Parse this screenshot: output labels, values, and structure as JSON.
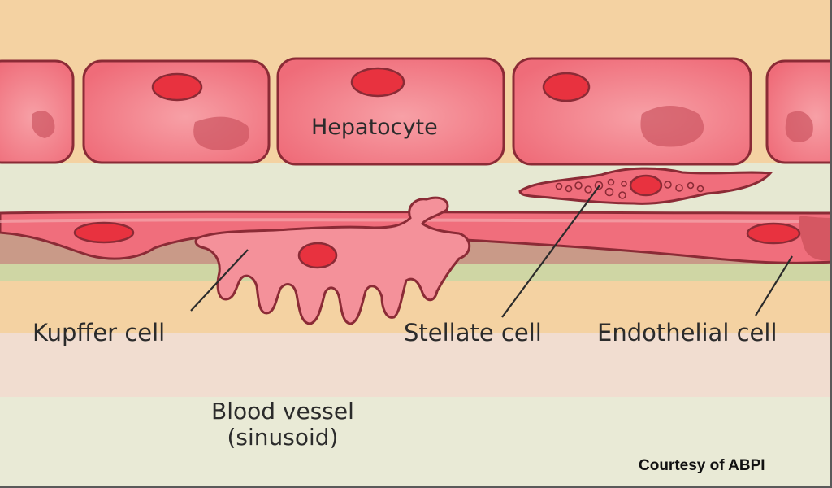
{
  "labels": {
    "hepatocyte": "Hepatocyte",
    "kupffer": "Kupffer cell",
    "stellate": "Stellate cell",
    "endothelial": "Endothelial cell",
    "vessel_line1": "Blood vessel",
    "vessel_line2": "(sinusoid)"
  },
  "credit": "Courtesy of ABPI",
  "colors": {
    "tissue_band": "#f4d2a2",
    "space_band": "#e6e8d2",
    "cell_fill": "#f06e7c",
    "cell_light": "#f4919a",
    "cell_outline": "#8b2b36",
    "nucleus": "#e8323f",
    "vessel_band": "#f1ddd0",
    "lower_band": "#e9ead6"
  }
}
